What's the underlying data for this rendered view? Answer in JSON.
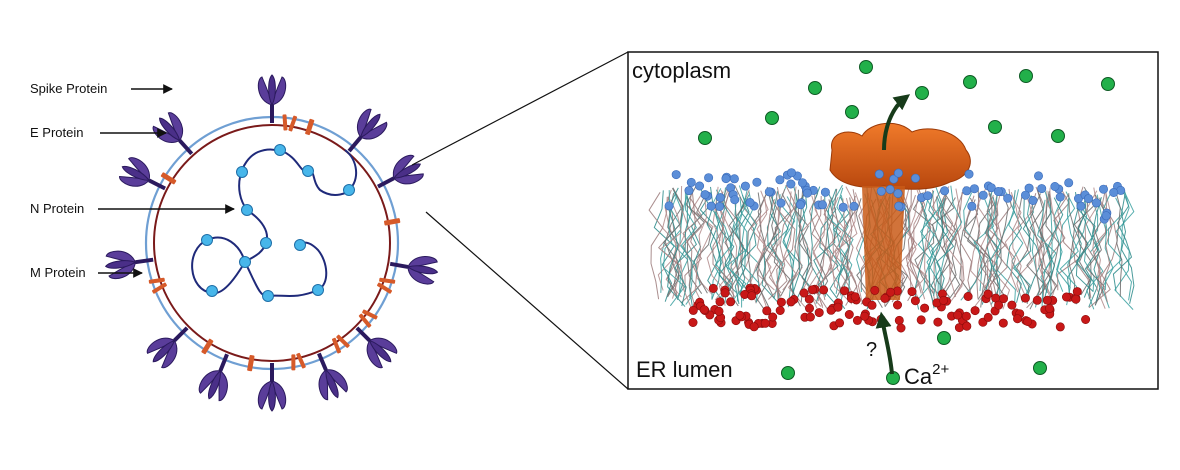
{
  "virion": {
    "labels": {
      "spike": "Spike Protein",
      "e": "E Protein",
      "n": "N Protein",
      "m": "M Protein"
    },
    "colors": {
      "outer_membrane": "#6f9fd3",
      "inner_membrane": "#7a1a1a",
      "spike": "#5a3d9a",
      "spike_dark": "#2b1a5e",
      "e_m_protein": "#d65a2a",
      "rna": "#1f2a7a",
      "n_protein": "#47b6ea"
    }
  },
  "membrane_panel": {
    "top_label": "cytoplasm",
    "bottom_label": "ER lumen",
    "question_mark": "?",
    "ion_label": "Ca",
    "ion_charge": "2+",
    "colors": {
      "ion": "#22b04a",
      "channel": "#e06a1c",
      "upper_headgroup": "#5b8ed8",
      "lower_headgroup": "#c81818",
      "arrow": "#173b1a"
    }
  }
}
